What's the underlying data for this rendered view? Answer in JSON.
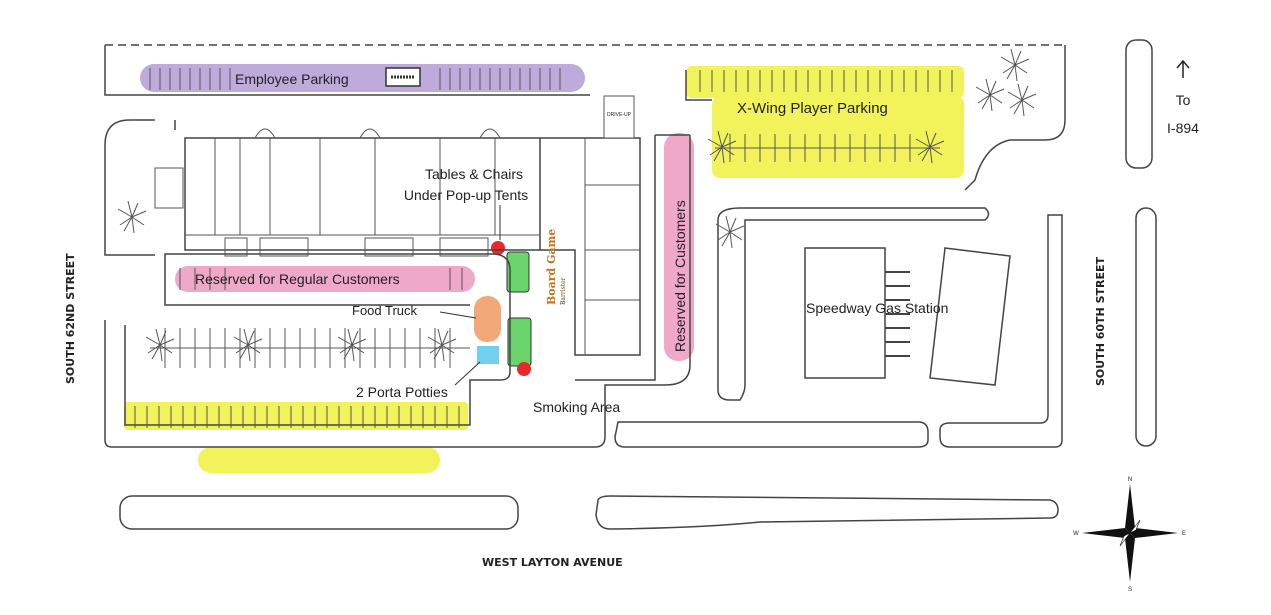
{
  "labels": {
    "employee_parking": "Employee Parking",
    "xwing_parking": "X-Wing Player Parking",
    "to": "To",
    "highway": "I-894",
    "tables_line1": "Tables & Chairs",
    "tables_line2": "Under Pop-up Tents",
    "reserved_customers": "Reserved for Customers",
    "reserved_regular": "Reserved for Regular Customers",
    "food_truck": "Food Truck",
    "porta_potties": "2 Porta Potties",
    "smoking_area": "Smoking Area",
    "gas_station": "Speedway Gas Station",
    "street_west": "SOUTH 62ND STREET",
    "street_east": "SOUTH 60TH STREET",
    "avenue": "WEST LAYTON AVENUE",
    "drive_up": "DRIVE-UP",
    "compass_n": "N",
    "compass_s": "S",
    "compass_e": "E",
    "compass_w": "W",
    "store_logo_line1": "Board Game",
    "store_logo_line2": "Barrister"
  },
  "colors": {
    "employee": "#b7a2d8",
    "xwing": "#f2f25a",
    "reserved": "#f0a8c8",
    "tents": "#6bd36b",
    "food_truck": "#f3a87a",
    "porta": "#6fd0f0",
    "smoking": "#e8282a"
  },
  "icons": [
    "north-arrow-icon",
    "compass-rose-icon",
    "tree-icon"
  ]
}
